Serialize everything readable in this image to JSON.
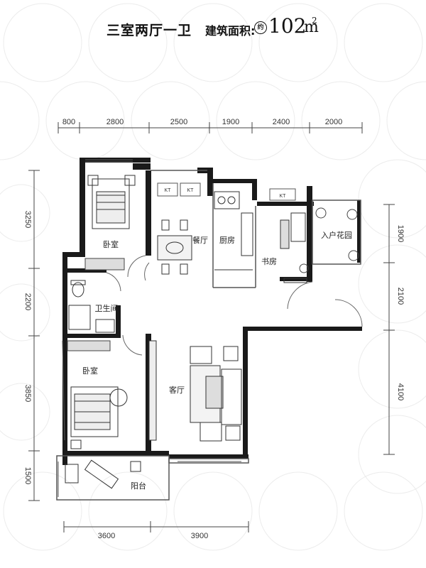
{
  "title": {
    "layout": "三室两厅一卫",
    "area_label": "建筑面积:",
    "approx_mark": "约",
    "area_value": "102",
    "area_unit": "m",
    "area_sup": "2"
  },
  "dimensions": {
    "top": [
      "800",
      "2800",
      "2500",
      "1900",
      "2400",
      "2000"
    ],
    "bottom": [
      "3600",
      "3900"
    ],
    "left": [
      "3250",
      "2200",
      "3850",
      "1500"
    ],
    "right": [
      "1900",
      "2100",
      "4100"
    ]
  },
  "rooms": {
    "bedroom_top": "卧室",
    "dining": "餐厅",
    "kitchen": "厨房",
    "study": "书房",
    "entry_garden": "入户花园",
    "bathroom": "卫生间",
    "bedroom_bottom": "卧室",
    "living": "客厅",
    "balcony": "阳台"
  },
  "ac_units": [
    "KT",
    "KT",
    "KT"
  ],
  "colors": {
    "wall": "#1a1a1a",
    "line": "#555555",
    "pattern": "#e6e6e6"
  }
}
